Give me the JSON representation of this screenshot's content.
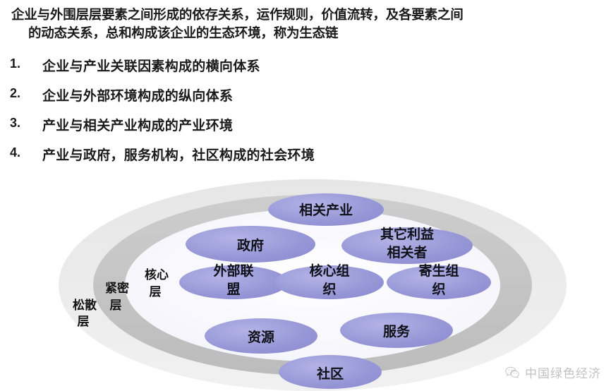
{
  "slide": {
    "lead_paragraph_line1": "企业与外围层层要素之间形成的依存关系，运作规则，价值流转，及各要素之间",
    "lead_paragraph_line2": "的动态关系，总和构成该企业的生态环境，称为生态链",
    "list": [
      {
        "number": "1.",
        "text": "企业与产业关联因素构成的横向体系"
      },
      {
        "number": "2.",
        "text": "企业与外部环境构成的纵向体系"
      },
      {
        "number": "3.",
        "text": "产业与相关产业构成的产业环境"
      },
      {
        "number": "4.",
        "text": "产业与政府，服务机构，社区构成的社会环境"
      }
    ]
  },
  "diagram": {
    "type": "concentric-ellipse-layers",
    "rings": [
      {
        "id": "outer",
        "label": "松散层",
        "color": "#ebebeb",
        "label_lines": [
          "松散",
          "层"
        ]
      },
      {
        "id": "middle",
        "label": "紧密层",
        "color": "#c9c9c9",
        "label_lines": [
          "紧密",
          "层"
        ]
      },
      {
        "id": "inner",
        "label": "核心层",
        "color": "#f7f7ff",
        "label_lines": [
          "核心",
          "层"
        ]
      }
    ],
    "node_color": "#9a9ad9",
    "nodes": [
      {
        "id": "related-industry",
        "label_lines": [
          "相关产业"
        ]
      },
      {
        "id": "government",
        "label_lines": [
          "政府"
        ]
      },
      {
        "id": "other-stakeholders",
        "label_lines": [
          "其它利益",
          "相关者"
        ]
      },
      {
        "id": "external-alliance",
        "label_lines": [
          "外部联",
          "盟"
        ]
      },
      {
        "id": "core-organization",
        "label_lines": [
          "核心组",
          "织"
        ]
      },
      {
        "id": "parasitic-organization",
        "label_lines": [
          "寄生组",
          "织"
        ]
      },
      {
        "id": "resources",
        "label_lines": [
          "资源"
        ]
      },
      {
        "id": "service",
        "label_lines": [
          "服务"
        ]
      },
      {
        "id": "community",
        "label_lines": [
          "社区"
        ]
      }
    ]
  },
  "watermark": {
    "text": "中国绿色经济",
    "icon": "wechat-icon"
  }
}
